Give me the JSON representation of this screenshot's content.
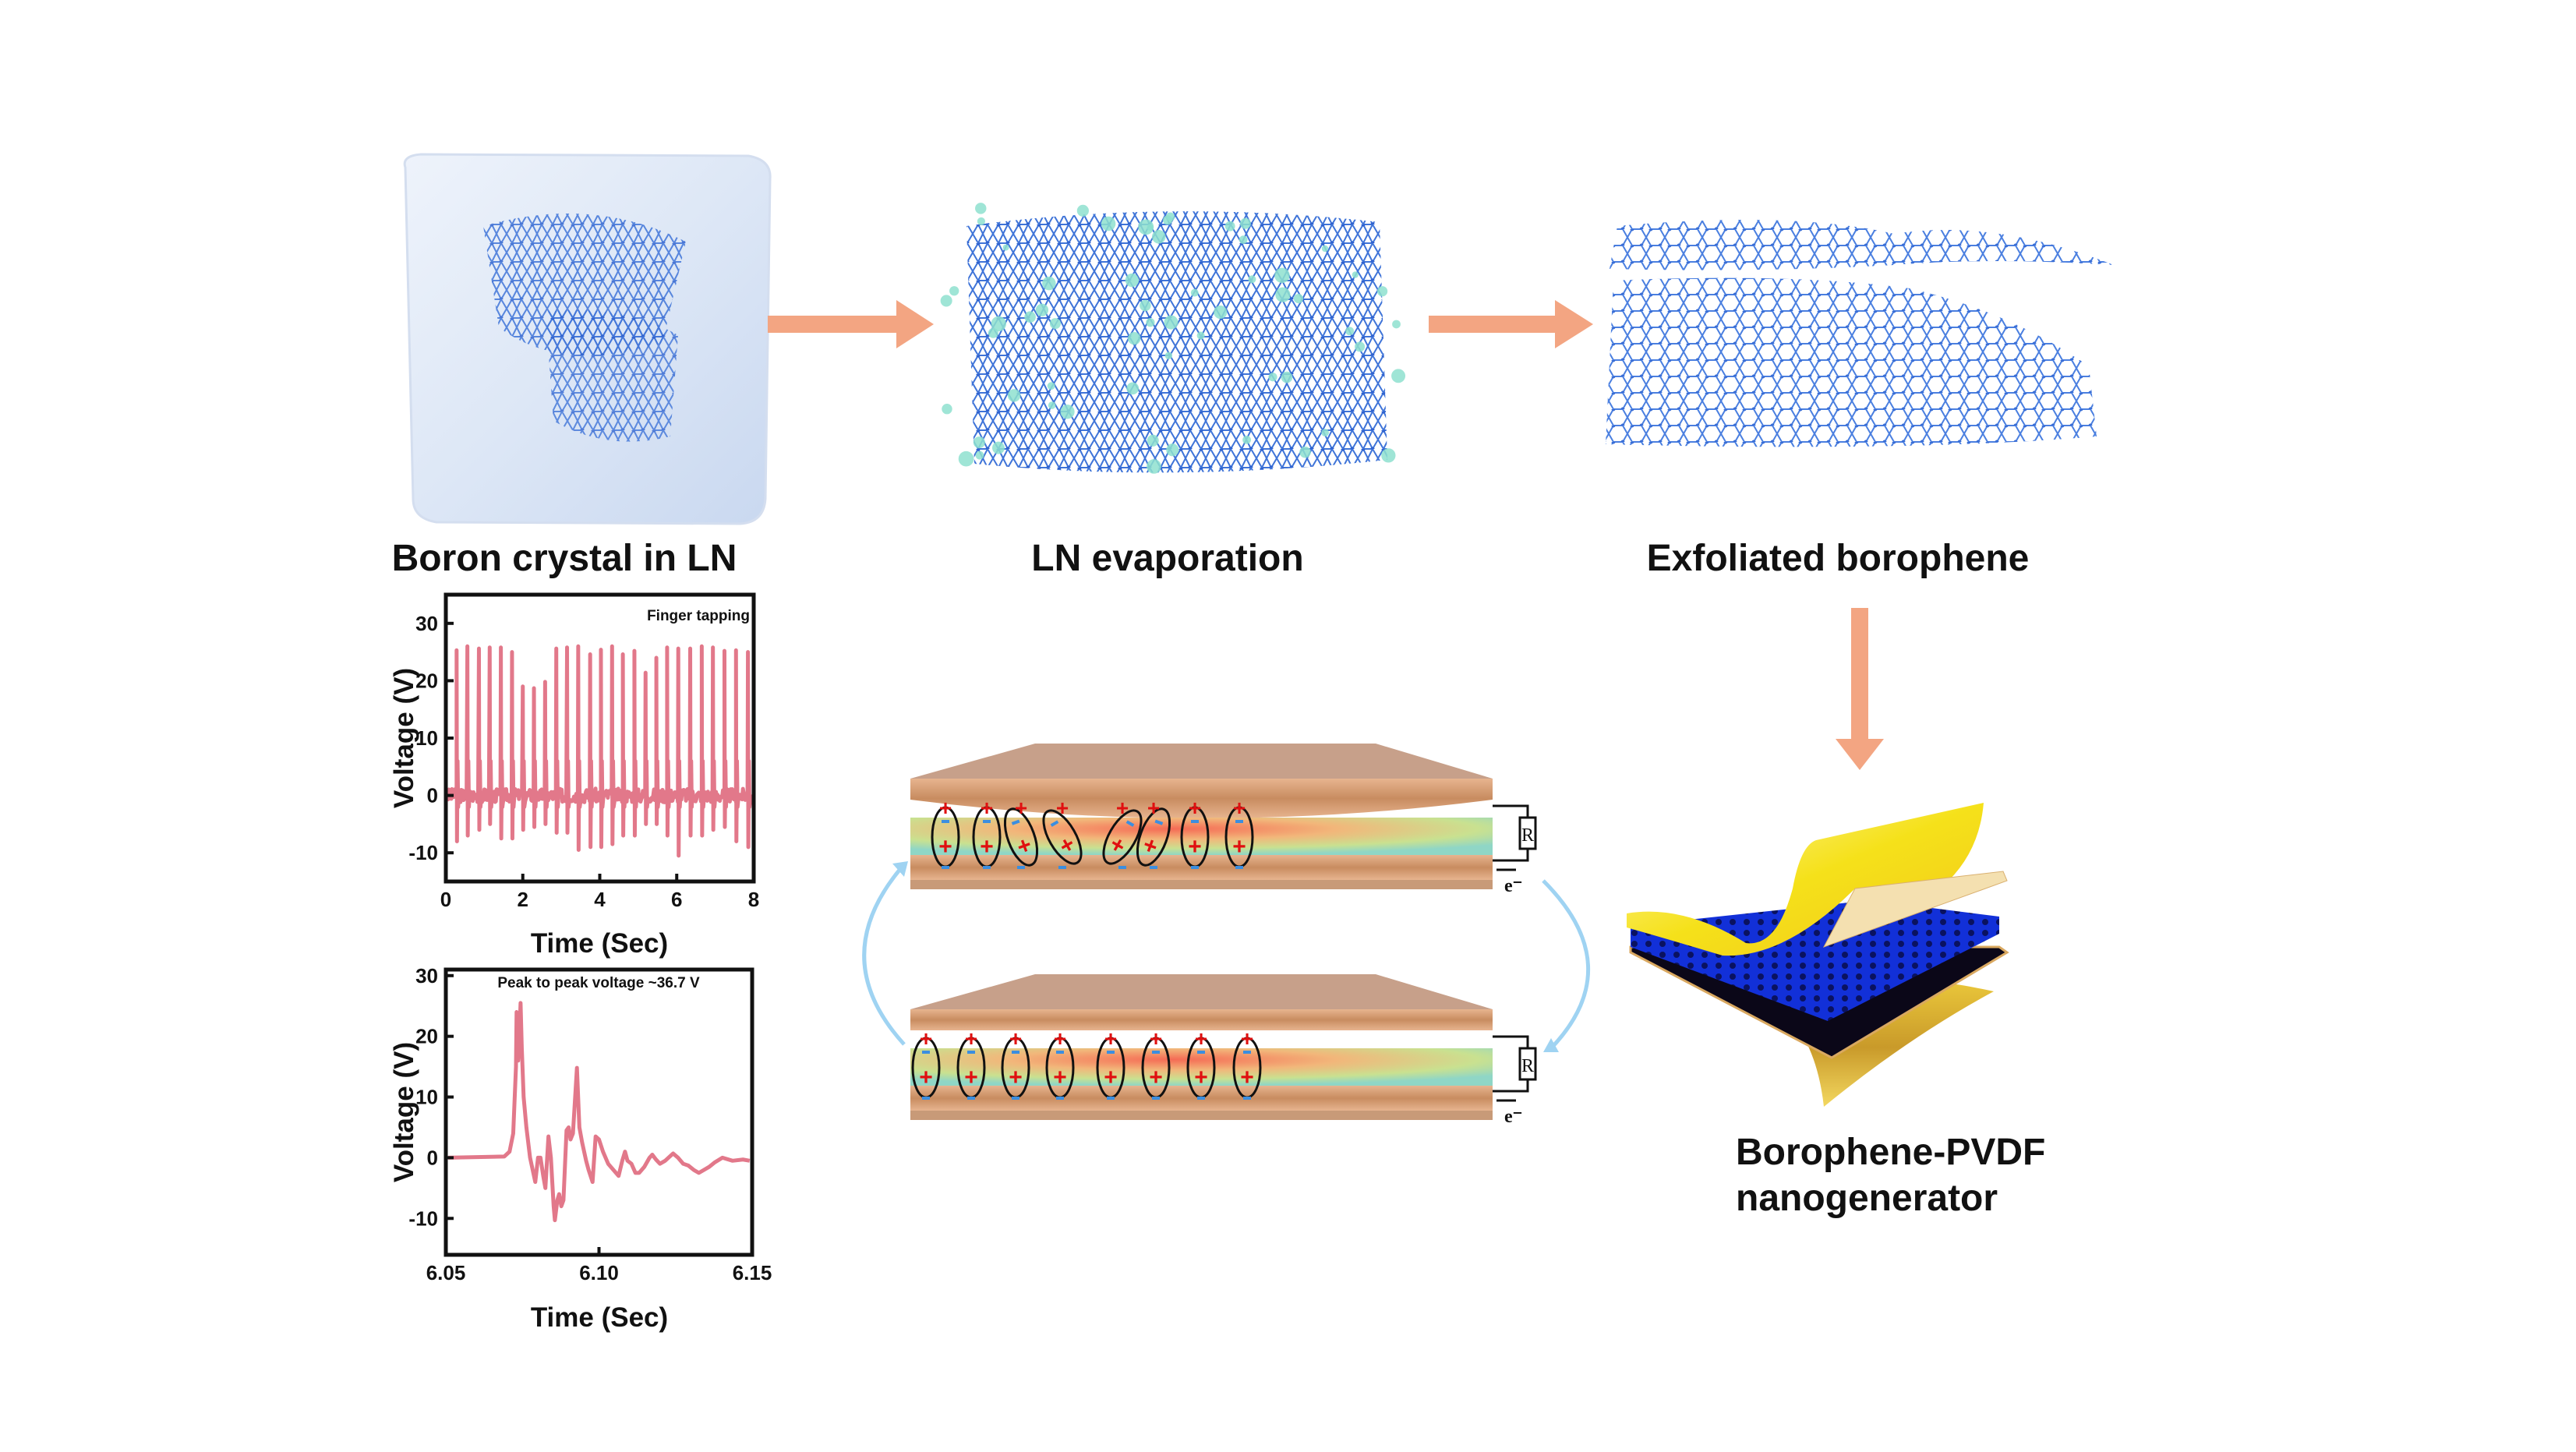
{
  "figure": {
    "steps": [
      {
        "label": "Boron crystal in LN"
      },
      {
        "label": "LN evaporation"
      },
      {
        "label": "Exfoliated borophene"
      }
    ],
    "device_label_line1": "Borophene-PVDF",
    "device_label_line2": "nanogenerator",
    "resistor_label": "R",
    "electron_label": "e⁻",
    "colors": {
      "arrow": "#f3a582",
      "cycle_arrow": "#9fd3f2",
      "trace": "#e2788a",
      "lattice": "#3f74d8",
      "gold": "#f5d21a",
      "borophene_layer": "#1230d8"
    }
  },
  "chart_data": [
    {
      "type": "line",
      "title": "",
      "annotation": "Finger tapping",
      "xlabel": "Time (Sec)",
      "ylabel": "Voltage (V)",
      "xlim": [
        0,
        8
      ],
      "ylim": [
        -15,
        35
      ],
      "xticks": [
        "0",
        "2",
        "4",
        "6",
        "8"
      ],
      "xtick_values": [
        0,
        2,
        4,
        6,
        8
      ],
      "yticks": [
        "-10",
        "0",
        "10",
        "20",
        "30"
      ],
      "ytick_values": [
        -10,
        0,
        10,
        20,
        30
      ],
      "grid": false,
      "series": [
        {
          "name": "Voltage",
          "peak_times": [
            0.28,
            0.56,
            0.86,
            1.14,
            1.43,
            1.72,
            2.0,
            2.29,
            2.58,
            2.87,
            3.15,
            3.44,
            3.75,
            4.03,
            4.32,
            4.6,
            4.9,
            5.19,
            5.47,
            5.75,
            6.04,
            6.35,
            6.65,
            6.94,
            7.24,
            7.54,
            7.85
          ],
          "peak_max": [
            25.3,
            26,
            25.6,
            25.8,
            25.8,
            25,
            19,
            18.7,
            19.8,
            25.6,
            25.8,
            26,
            24.6,
            25.4,
            26,
            24.6,
            25.2,
            21.4,
            24,
            25.8,
            25.6,
            25.6,
            26,
            25.8,
            25.2,
            25.3,
            25
          ],
          "peak_min": [
            -8,
            -7,
            -6,
            -5,
            -7.5,
            -7.5,
            -6,
            -5.5,
            -5,
            -6.5,
            -6.5,
            -9.5,
            -9,
            -9,
            -8.5,
            -7,
            -7,
            -5,
            -5,
            -7,
            -10.5,
            -7,
            -7,
            -6,
            -5.5,
            -8,
            -9
          ]
        }
      ]
    },
    {
      "type": "line",
      "title": "",
      "annotation": "Peak to peak voltage ~36.7 V",
      "xlabel": "Time (Sec)",
      "ylabel": "Voltage (V)",
      "xlim": [
        6.05,
        6.15
      ],
      "ylim": [
        -16,
        31
      ],
      "xticks": [
        "6.05",
        "6.10",
        "6.15"
      ],
      "xtick_values": [
        6.05,
        6.1,
        6.15
      ],
      "yticks": [
        "-10",
        "0",
        "10",
        "20",
        "30"
      ],
      "ytick_values": [
        -10,
        0,
        10,
        20,
        30
      ],
      "grid": false,
      "series": [
        {
          "name": "Voltage",
          "x": [
            6.0508,
            6.0691,
            6.0708,
            6.072,
            6.0729,
            6.0731,
            6.0736,
            6.074,
            6.0744,
            6.0748,
            6.0754,
            6.0763,
            6.0775,
            6.0792,
            6.0801,
            6.0809,
            6.0818,
            6.0825,
            6.0835,
            6.0843,
            6.0852,
            6.0856,
            6.0864,
            6.087,
            6.0877,
            6.0884,
            6.0894,
            6.0901,
            6.0907,
            6.0915,
            6.0928,
            6.0936,
            6.0945,
            6.0958,
            6.0966,
            6.0979,
            6.0989,
            6.1,
            6.1013,
            6.103,
            6.1047,
            6.1064,
            6.1076,
            6.1085,
            6.1093,
            6.1106,
            6.1119,
            6.1131,
            6.1148,
            6.1165,
            6.1174,
            6.1186,
            6.1199,
            6.1216,
            6.1242,
            6.1258,
            6.1275,
            6.1292,
            6.1309,
            6.1326,
            6.1343,
            6.136,
            6.1377,
            6.1403,
            6.1436,
            6.147,
            6.1492
          ],
          "y": [
            0,
            0.2,
            1,
            4,
            15,
            24,
            16,
            20,
            25.5,
            18,
            10,
            5,
            0,
            -4,
            0,
            0,
            -3,
            -5,
            3.5,
            0,
            -8,
            -10.3,
            -7,
            -6,
            -8,
            -7,
            4.5,
            5,
            3,
            4,
            14.8,
            5,
            2.5,
            -0.5,
            -2,
            -4,
            3.5,
            3,
            1,
            -1,
            -2,
            -3,
            -0.5,
            1,
            -0.5,
            -1,
            -2.5,
            -2.5,
            -1.5,
            0,
            0.5,
            -0.3,
            -1,
            -0.5,
            0.7,
            0,
            -1,
            -1.3,
            -2,
            -2.5,
            -2,
            -1.5,
            -0.8,
            0,
            -0.5,
            -0.3,
            -0.5
          ]
        }
      ]
    }
  ]
}
